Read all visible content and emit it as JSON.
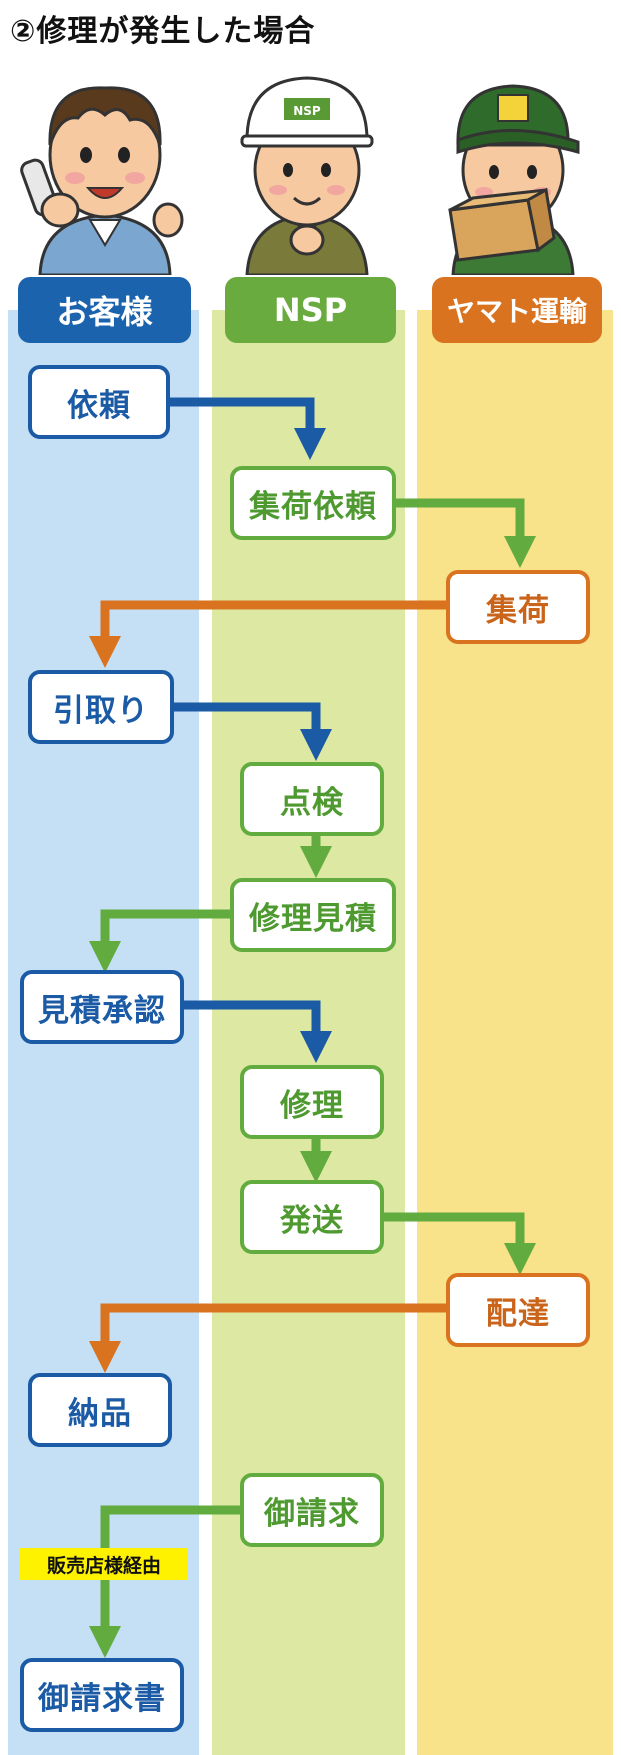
{
  "title": "②修理が発生した場合",
  "lanes": {
    "customer": "お客様",
    "nsp": "NSP",
    "yamato": "ヤマト運輸"
  },
  "helmet_logo": "NSP",
  "steps": {
    "irai": "依頼",
    "shuka_irai": "集荷依頼",
    "shuka": "集荷",
    "hikitori": "引取り",
    "tenken": "点検",
    "shuri_mitsumori": "修理見積",
    "mitsumori_shonin": "見積承認",
    "shuri": "修理",
    "hasso": "発送",
    "haitatsu": "配達",
    "nohin": "納品",
    "goseikyu": "御請求",
    "goseikyusho": "御請求書"
  },
  "note": "販売店様経由",
  "colors": {
    "customer": "#1b5aa5",
    "nsp": "#62ab3e",
    "yamato": "#d9731f",
    "lane_customer": "#c5e0f5",
    "lane_nsp": "#dde8a3",
    "lane_yamato": "#f8e38a",
    "note_bg": "#fff200"
  },
  "icons": [
    "customer-phone-avatar",
    "nsp-helmet-avatar",
    "yamato-courier-avatar"
  ]
}
